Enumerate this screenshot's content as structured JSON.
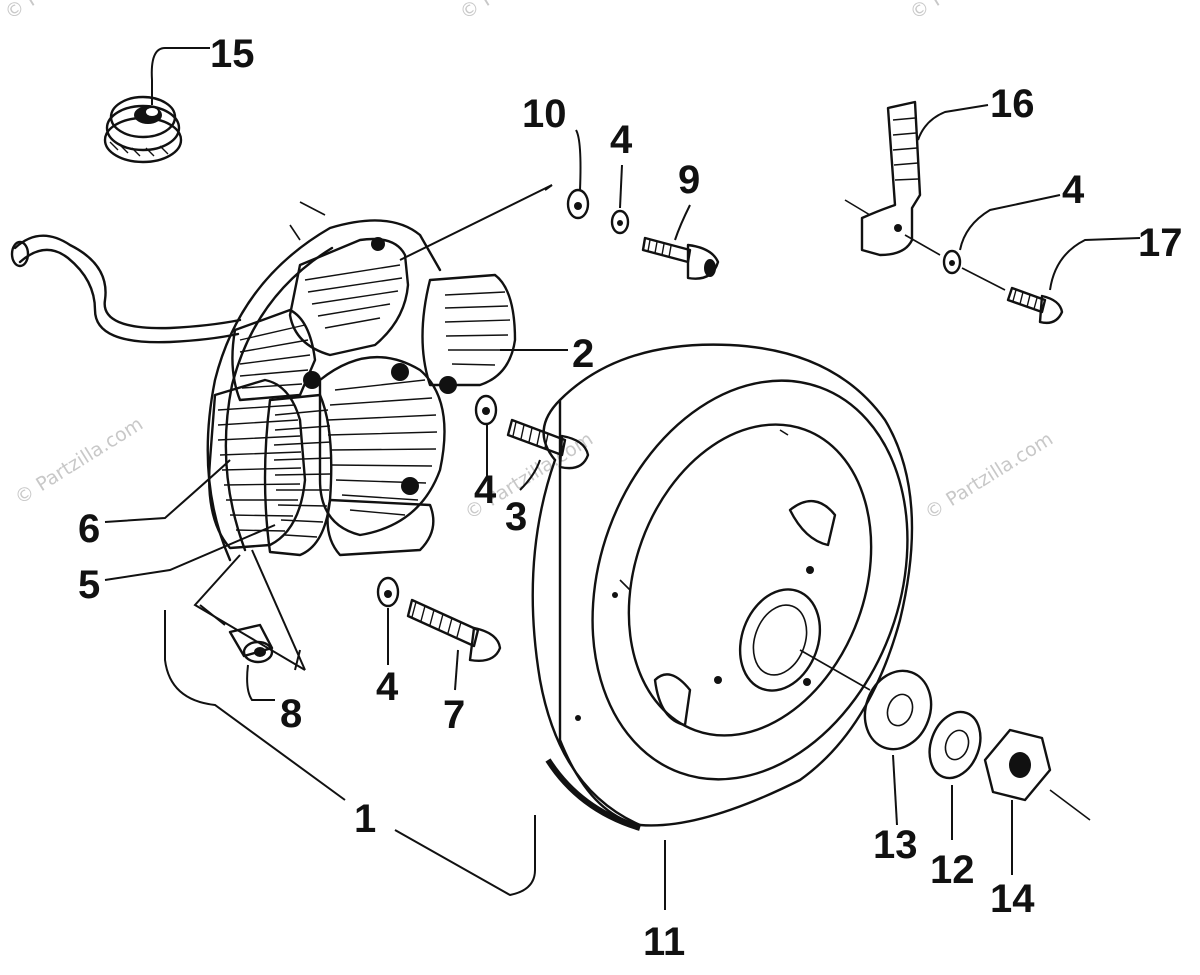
{
  "watermark": {
    "text": "© Partzilla.com",
    "color": "#c8c8c8"
  },
  "diagram": {
    "ink_color": "#111111",
    "background": "#ffffff",
    "callouts": {
      "c1": "1",
      "c2": "2",
      "c3": "3",
      "c4a": "4",
      "c4b": "4",
      "c4c": "4",
      "c4d": "4",
      "c5": "5",
      "c6": "6",
      "c7": "7",
      "c8": "8",
      "c9": "9",
      "c10": "10",
      "c11": "11",
      "c12": "12",
      "c13": "13",
      "c14": "14",
      "c15": "15",
      "c16": "16",
      "c17": "17"
    }
  }
}
